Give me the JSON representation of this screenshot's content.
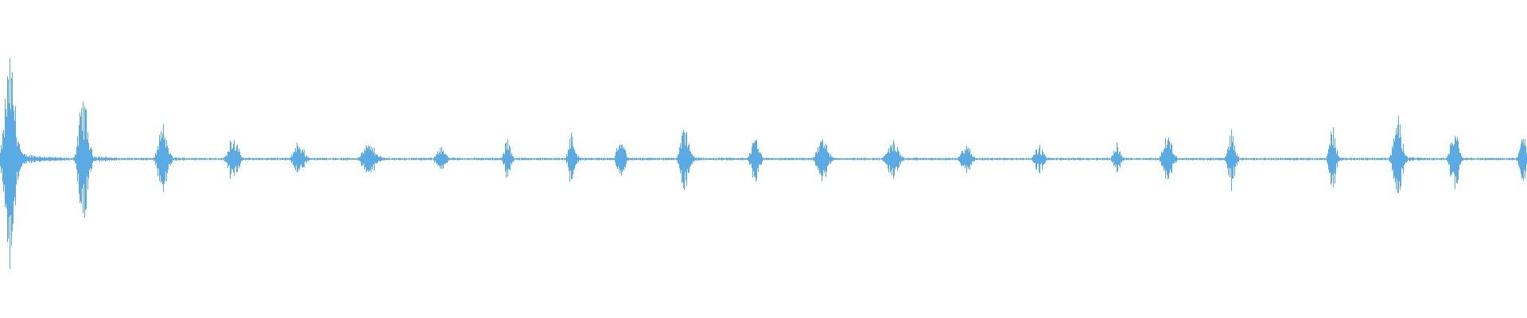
{
  "waveform": {
    "color": "#5aaae3",
    "background": "#ffffff",
    "baseline_amplitude": 0.01,
    "bursts": [
      {
        "position": 0.006,
        "amplitude": 0.82,
        "width": 0.0035
      },
      {
        "position": 0.054,
        "amplitude": 0.5,
        "width": 0.003
      },
      {
        "position": 0.106,
        "amplitude": 0.27,
        "width": 0.003
      },
      {
        "position": 0.152,
        "amplitude": 0.2,
        "width": 0.003
      },
      {
        "position": 0.195,
        "amplitude": 0.13,
        "width": 0.0035
      },
      {
        "position": 0.241,
        "amplitude": 0.12,
        "width": 0.0045
      },
      {
        "position": 0.288,
        "amplitude": 0.11,
        "width": 0.0028
      },
      {
        "position": 0.332,
        "amplitude": 0.16,
        "width": 0.0022
      },
      {
        "position": 0.374,
        "amplitude": 0.22,
        "width": 0.0022
      },
      {
        "position": 0.406,
        "amplitude": 0.23,
        "width": 0.0022
      },
      {
        "position": 0.448,
        "amplitude": 0.26,
        "width": 0.0028
      },
      {
        "position": 0.494,
        "amplitude": 0.22,
        "width": 0.0025
      },
      {
        "position": 0.538,
        "amplitude": 0.18,
        "width": 0.0035
      },
      {
        "position": 0.584,
        "amplitude": 0.16,
        "width": 0.0035
      },
      {
        "position": 0.632,
        "amplitude": 0.12,
        "width": 0.003
      },
      {
        "position": 0.68,
        "amplitude": 0.11,
        "width": 0.0028
      },
      {
        "position": 0.731,
        "amplitude": 0.13,
        "width": 0.0022
      },
      {
        "position": 0.764,
        "amplitude": 0.2,
        "width": 0.003
      },
      {
        "position": 0.806,
        "amplitude": 0.24,
        "width": 0.0022
      },
      {
        "position": 0.872,
        "amplitude": 0.3,
        "width": 0.002
      },
      {
        "position": 0.915,
        "amplitude": 0.32,
        "width": 0.003
      },
      {
        "position": 0.952,
        "amplitude": 0.3,
        "width": 0.0025
      },
      {
        "position": 0.997,
        "amplitude": 0.25,
        "width": 0.002
      }
    ]
  }
}
